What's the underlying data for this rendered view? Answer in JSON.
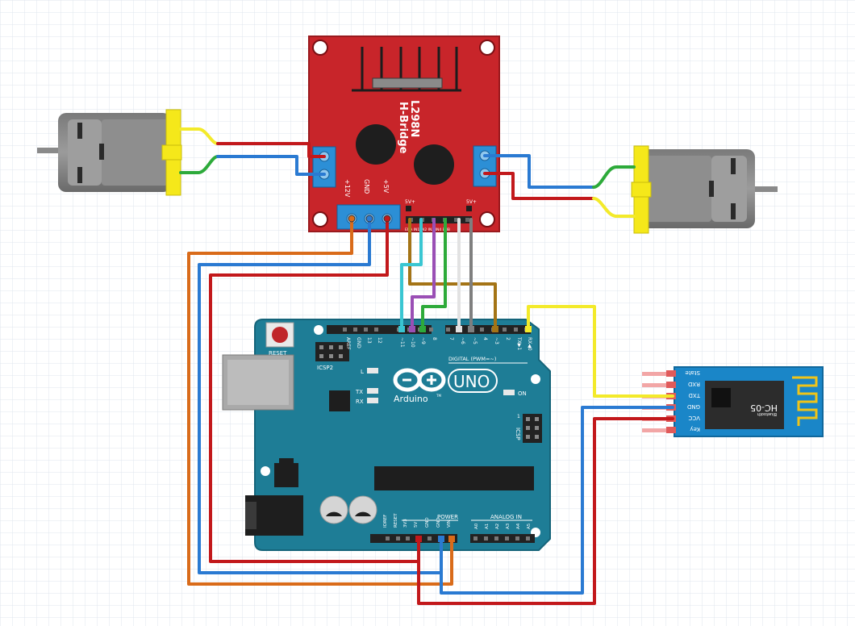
{
  "colors": {
    "grid": "#dfe6ee",
    "board_red": "#c8252a",
    "arduino_blue": "#1e7d96",
    "bt_blue": "#1a86c8",
    "wire_red": "#c2181b",
    "wire_blue": "#2a7ad2",
    "wire_orange": "#d96b1a",
    "wire_yellow": "#f3ea2a",
    "wire_green": "#2daa3a",
    "wire_cyan": "#39c6d2",
    "wire_purple": "#9a4fb5",
    "wire_white": "#e6e6e6",
    "wire_gray": "#7f7f7f",
    "wire_brown": "#a47416",
    "motor_yellow": "#f5e81a"
  },
  "l298n": {
    "chip": "L298N",
    "name": "H-Bridge",
    "label_12v": "+12V",
    "label_gnd": "GND",
    "label_5v": "+5V",
    "label_5v_en_left": "5V+",
    "label_5v_en_right": "5V+",
    "ctrl_pins": "ENA IN1 IN2 IN3 IN4 ENB"
  },
  "arduino": {
    "reset": "RESET",
    "icsp2": "ICSP2",
    "icsp": "ICSP",
    "led_l": "L",
    "led_tx": "TX",
    "led_rx": "RX",
    "led_on": "ON",
    "uno": "UNO",
    "brand": "Arduino",
    "tm": "TM",
    "digital": "DIGITAL (PWM=~)",
    "power": "POWER",
    "analog": "ANALOG IN",
    "top_pins": [
      "AREF",
      "GND",
      "13",
      "12",
      "~11",
      "~10",
      "~9",
      "8",
      "7",
      "~6",
      "~5",
      "4",
      "~3",
      "2",
      "TX▶1",
      "RX◀0"
    ],
    "power_pins": [
      "IOREF",
      "RESET",
      "3V3",
      "5V",
      "GND",
      "GND",
      "VIN"
    ],
    "analog_pins": [
      "A0",
      "A1",
      "A2",
      "A3",
      "A4",
      "A5"
    ],
    "icsp_num": "1"
  },
  "hc05": {
    "model": "HC-05",
    "sub": "Bluetooth",
    "pins": [
      "State",
      "RXD",
      "TXD",
      "GND",
      "VCC",
      "Key"
    ]
  }
}
